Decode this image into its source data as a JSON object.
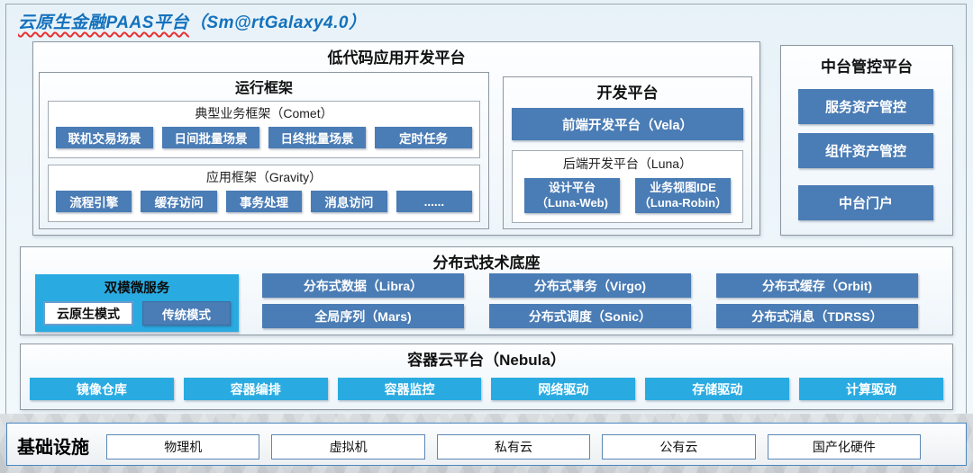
{
  "title": {
    "cn": "云原生金融PAAS平台",
    "en": "（Sm@rtGalaxy4.0）"
  },
  "low_code": {
    "title": "低代码应用开发平台",
    "runtime": {
      "title": "运行框架",
      "comet": {
        "title": "典型业务框架（Comet）",
        "items": [
          "联机交易场景",
          "日间批量场景",
          "日终批量场景",
          "定时任务"
        ]
      },
      "gravity": {
        "title": "应用框架（Gravity）",
        "items": [
          "流程引擎",
          "缓存访问",
          "事务处理",
          "消息访问",
          "......"
        ]
      }
    },
    "dev": {
      "title": "开发平台",
      "vela": "前端开发平台（Vela）",
      "luna": {
        "title": "后端开发平台（Luna）",
        "items": [
          {
            "line1": "设计平台",
            "line2": "（Luna-Web)"
          },
          {
            "line1": "业务视图IDE",
            "line2": "（Luna-Robin）"
          }
        ]
      }
    }
  },
  "mid_platform": {
    "title": "中台管控平台",
    "items": [
      "服务资产管控",
      "组件资产管控",
      "中台门户"
    ]
  },
  "distributed": {
    "title": "分布式技术底座",
    "dual_mode": {
      "title": "双模微服务",
      "cloud_native": "云原生模式",
      "traditional": "传统模式"
    },
    "grid": [
      "分布式数据（Libra）",
      "分布式事务（Virgo)",
      "分布式缓存（Orbit)",
      "全局序列（Mars)",
      "分布式调度（Sonic）",
      "分布式消息（TDRSS）"
    ]
  },
  "container_cloud": {
    "title": "容器云平台（Nebula）",
    "items": [
      "镜像仓库",
      "容器编排",
      "容器监控",
      "网络驱动",
      "存储驱动",
      "计算驱动"
    ]
  },
  "infrastructure": {
    "title": "基础设施",
    "items": [
      "物理机",
      "虚拟机",
      "私有云",
      "公有云",
      "国产化硬件"
    ]
  },
  "colors": {
    "steel_blue": "#4a7cb5",
    "cyan": "#29abe2",
    "title_blue": "#1371bd",
    "squiggle_red": "#e83030",
    "infra_border_blue": "#4a86c0"
  }
}
